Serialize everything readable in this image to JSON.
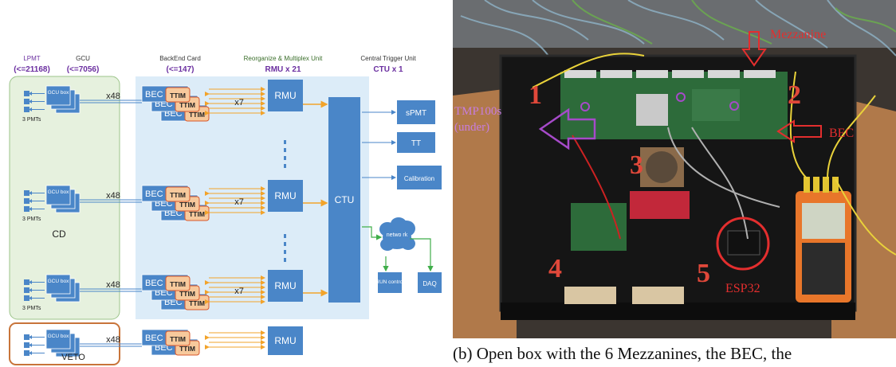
{
  "diagram": {
    "headers": {
      "lpmt": {
        "name": "LPMT",
        "count": "(<=21168)"
      },
      "gcu": {
        "name": "GCU",
        "count": "(<=7056)"
      },
      "bec": {
        "name": "BackEnd Card",
        "count": "(<=147)"
      },
      "rmu": {
        "name": "Reorganize & Multiplex Unit",
        "count": "RMU x 21"
      },
      "ctu": {
        "name": "Central Trigger Unit",
        "count": "CTU x 1"
      }
    },
    "gcu_box": "GCU box",
    "pmts_label": "3 PMTs",
    "x48": "x48",
    "x7": "x7",
    "bec": "BEC",
    "ttim": "TTIM",
    "rmu": "RMU",
    "ctu": "CTU",
    "cd": "CD",
    "veto": "VETO",
    "spmt": "sPMT",
    "tt": "TT",
    "calibration": "Calibration",
    "network": "netwo rk",
    "run_control": "RUN control",
    "daq": "DAQ",
    "colors": {
      "blue": "#4a86c8",
      "ttim": "#f7c99c",
      "green_panel": "#e6f1de",
      "blue_panel": "#dcecf8",
      "orange": "#f2a32a",
      "green": "#3fae49",
      "purple": "#6b2fa0"
    }
  },
  "photo": {
    "labels": {
      "mezzanine": "Mezzanine",
      "tmp": "TMP100s",
      "tmp_under": "(under)",
      "bec": "BEC",
      "esp32": "ESP32",
      "num1": "1",
      "num2": "2",
      "num3": "3",
      "num4": "4",
      "num5": "5"
    }
  },
  "caption": "(b) Open box with the 6 Mezzanines, the BEC, the"
}
